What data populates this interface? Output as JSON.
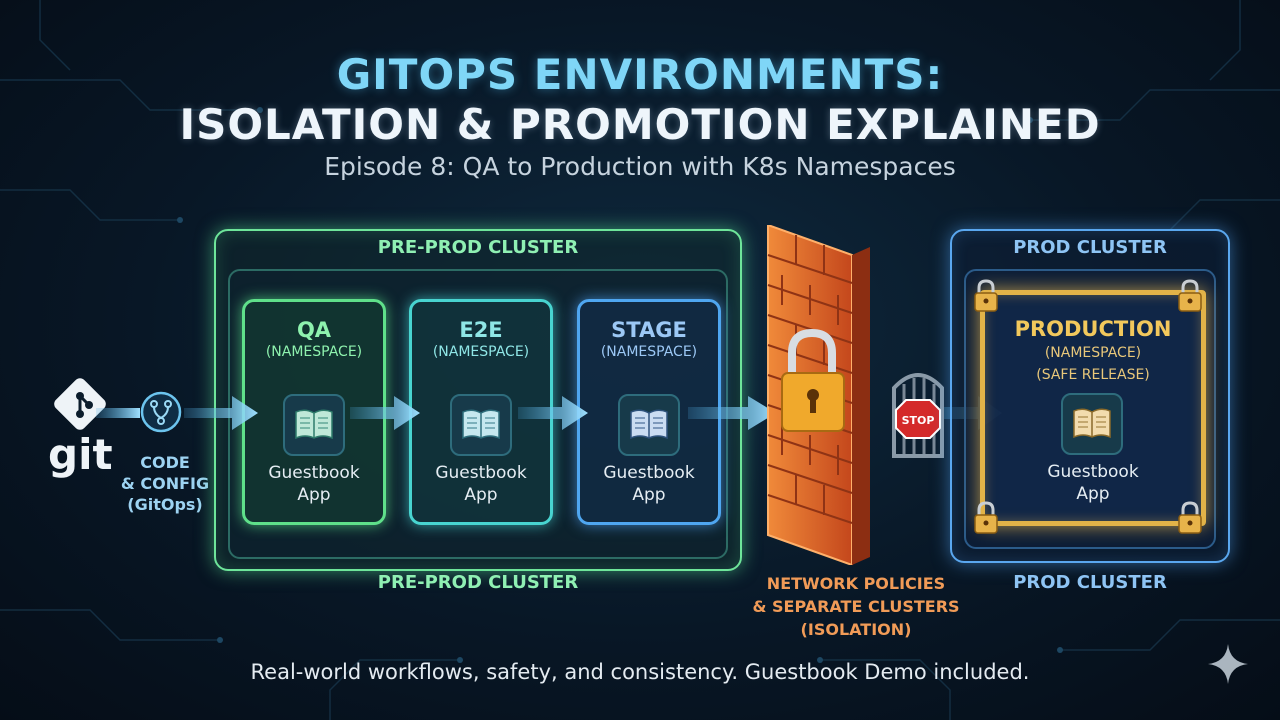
{
  "header": {
    "title_line1": "GITOPS ENVIRONMENTS:",
    "title_line2": "ISOLATION & PROMOTION EXPLAINED",
    "subtitle": "Episode 8: QA to Production with K8s Namespaces"
  },
  "source": {
    "git_label": "git",
    "code_line1": "CODE",
    "code_line2": "& CONFIG",
    "code_line3": "(GitOps)"
  },
  "preprod": {
    "label_top": "PRE-PROD CLUSTER",
    "label_bottom": "PRE-PROD CLUSTER",
    "namespaces": [
      {
        "name": "QA",
        "type": "(NAMESPACE)",
        "app_line1": "Guestbook",
        "app_line2": "App"
      },
      {
        "name": "E2E",
        "type": "(NAMESPACE)",
        "app_line1": "Guestbook",
        "app_line2": "App"
      },
      {
        "name": "STAGE",
        "type": "(NAMESPACE)",
        "app_line1": "Guestbook",
        "app_line2": "App"
      }
    ]
  },
  "firewall": {
    "line1": "NETWORK POLICIES",
    "line2": "& SEPARATE CLUSTERS",
    "line3": "(ISOLATION)",
    "stop_sign": "STOP"
  },
  "prod": {
    "label_top": "PROD CLUSTER",
    "label_bottom": "PROD CLUSTER",
    "namespace": {
      "name": "PRODUCTION",
      "type": "(NAMESPACE)",
      "note": "(SAFE RELEASE)",
      "app_line1": "Guestbook",
      "app_line2": "App"
    }
  },
  "footer": {
    "text": "Real-world workflows, safety, and consistency. Guestbook Demo included."
  },
  "colors": {
    "preprod_green": "#6ee59a",
    "e2e_teal": "#48d4d0",
    "stage_blue": "#4fa6f0",
    "prod_blue": "#5aa7ef",
    "prod_gold": "#e2b348",
    "firewall_orange": "#e0652a",
    "title_cyan": "#7fd6f7"
  },
  "icons": [
    "git-logo-icon",
    "merge-icon",
    "book-icon",
    "padlock-icon",
    "firewall-icon",
    "stop-gate-icon",
    "sparkle-icon",
    "arrow-icon"
  ]
}
